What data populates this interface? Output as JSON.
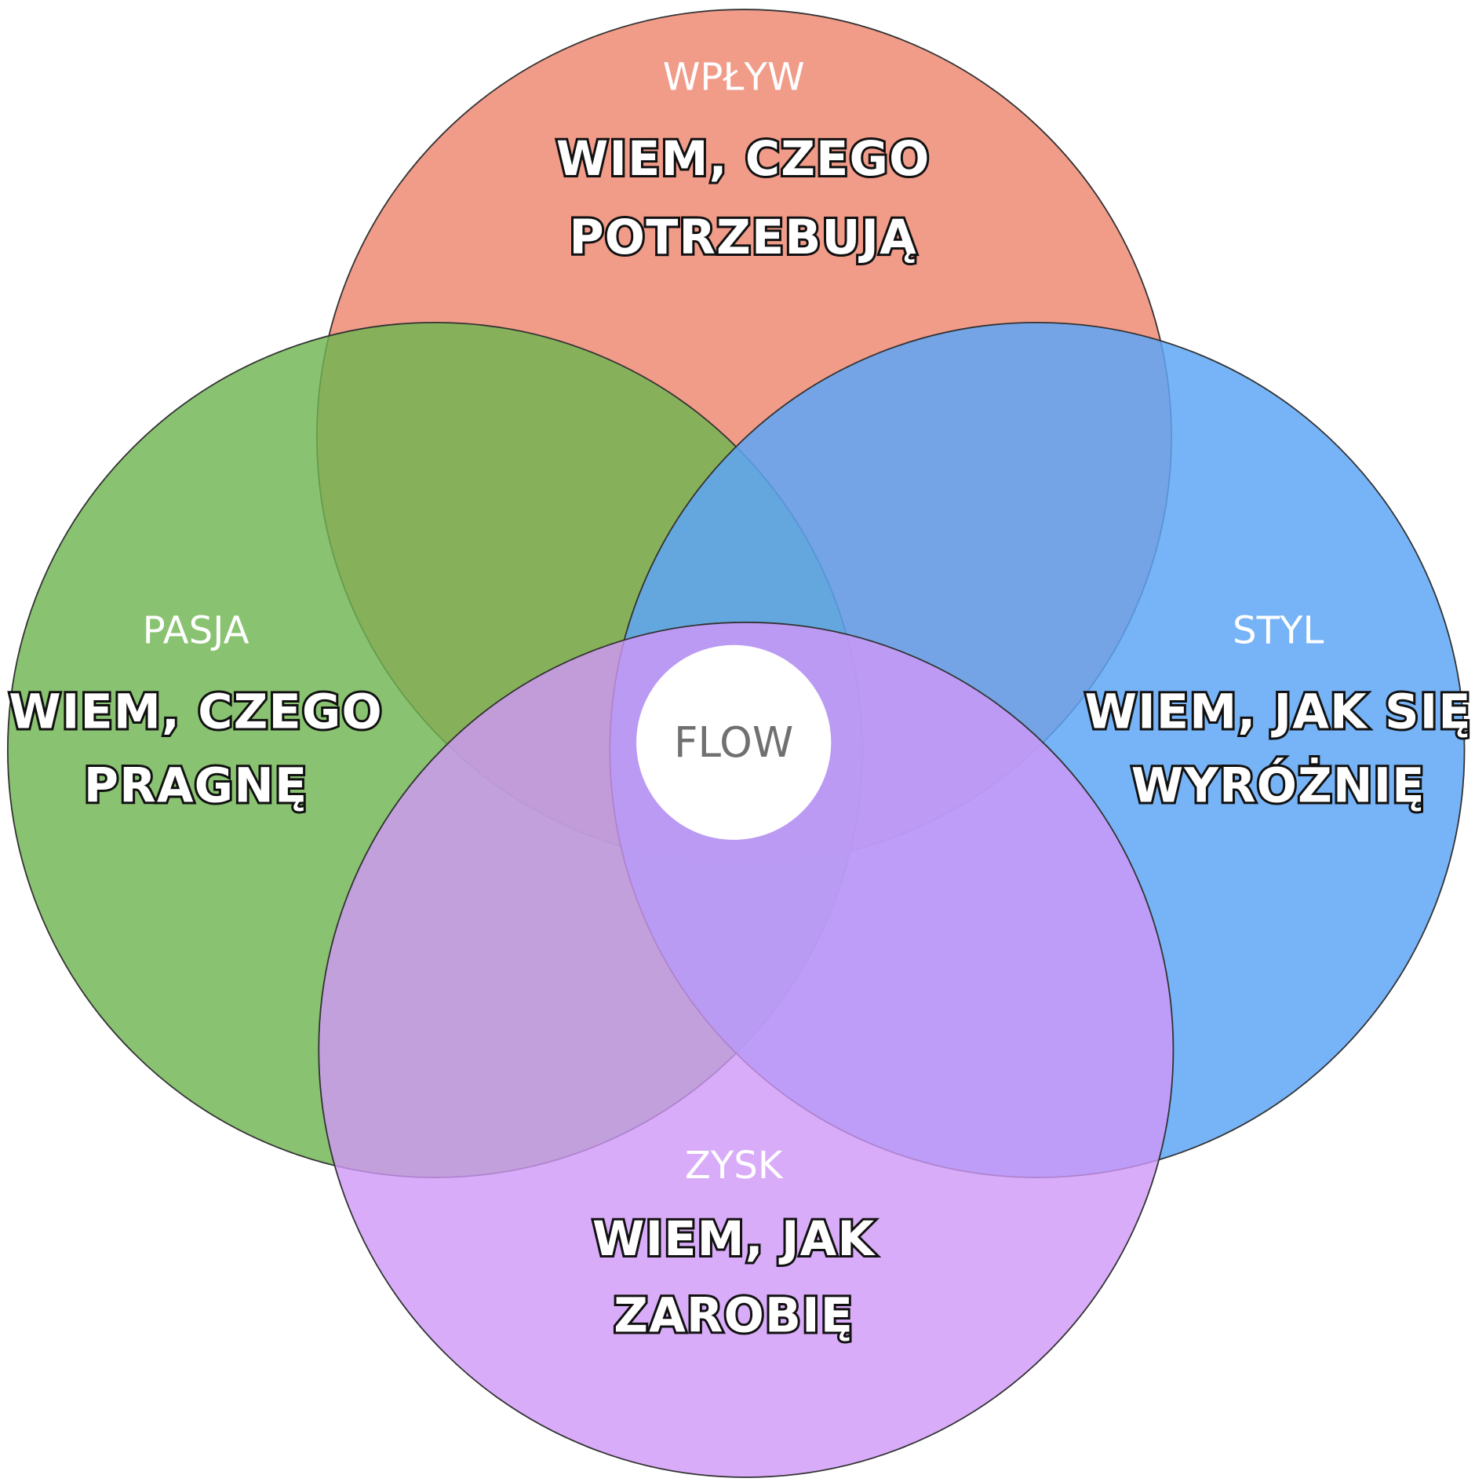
{
  "circles": [
    {
      "id": "wplyw",
      "label": "WPŁYW",
      "line1": "WIEM, CZEGO",
      "line2": "POTRZEBUJĄ",
      "color": "#F0907C"
    },
    {
      "id": "pasja",
      "label": "PASJA",
      "line1": "WIEM, CZEGO",
      "line2": "PRAGNĘ",
      "color": "#78BB5D"
    },
    {
      "id": "styl",
      "label": "STYL",
      "line1": "WIEM, JAK SIĘ",
      "line2": "WYRÓŻNIĘ",
      "color": "#5EA6F6"
    },
    {
      "id": "zysk",
      "label": "ZYSK",
      "line1": "WIEM, JAK",
      "line2": "ZAROBIĘ",
      "color": "#D29EF8"
    }
  ],
  "center": {
    "label": "FLOW"
  }
}
